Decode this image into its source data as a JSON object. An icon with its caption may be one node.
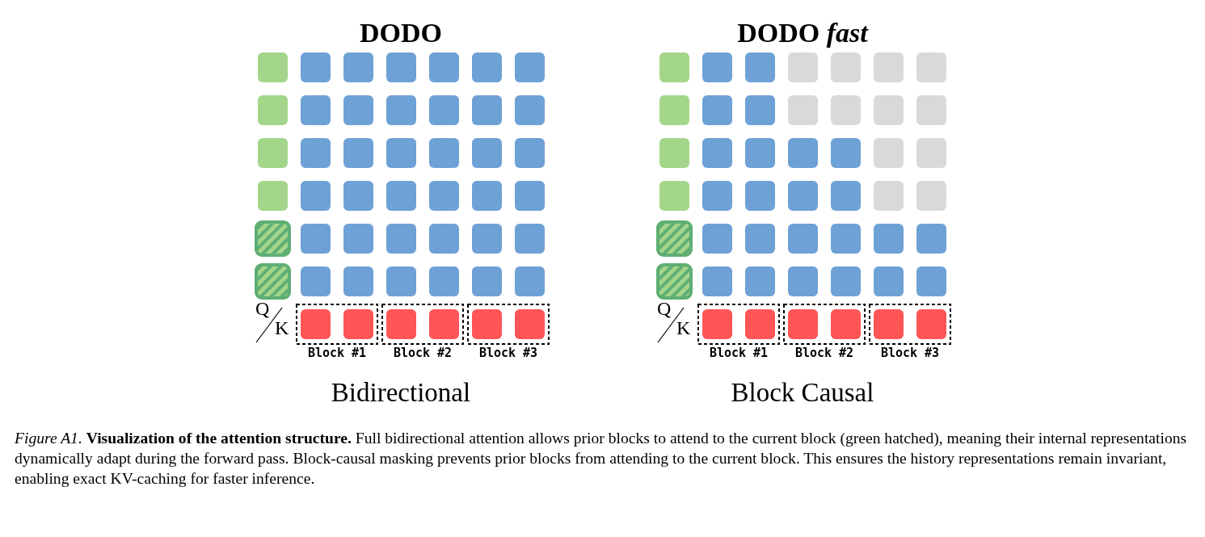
{
  "diagram": {
    "caption": "*Figure A1.* **Visualization of the attention structure.** Full bidirectional attention allows prior blocks to attend to the current block (green hatched), meaning their internal representations dynamically adapt during the forward pass. Block-causal masking prevents prior blocks from attending to the current block. This ensures the history representations remain invariant, enabling exact KV-caching for faster inference.",
    "labels": [
      "DODO",
      "DODO *fast*",
      "Q",
      "K",
      "Block #1",
      "Block #2",
      "Block #3",
      "Q",
      "K",
      "Block #1",
      "Block #2",
      "Block #3",
      "Bidirectional",
      "Block Causal"
    ]
  }
}
